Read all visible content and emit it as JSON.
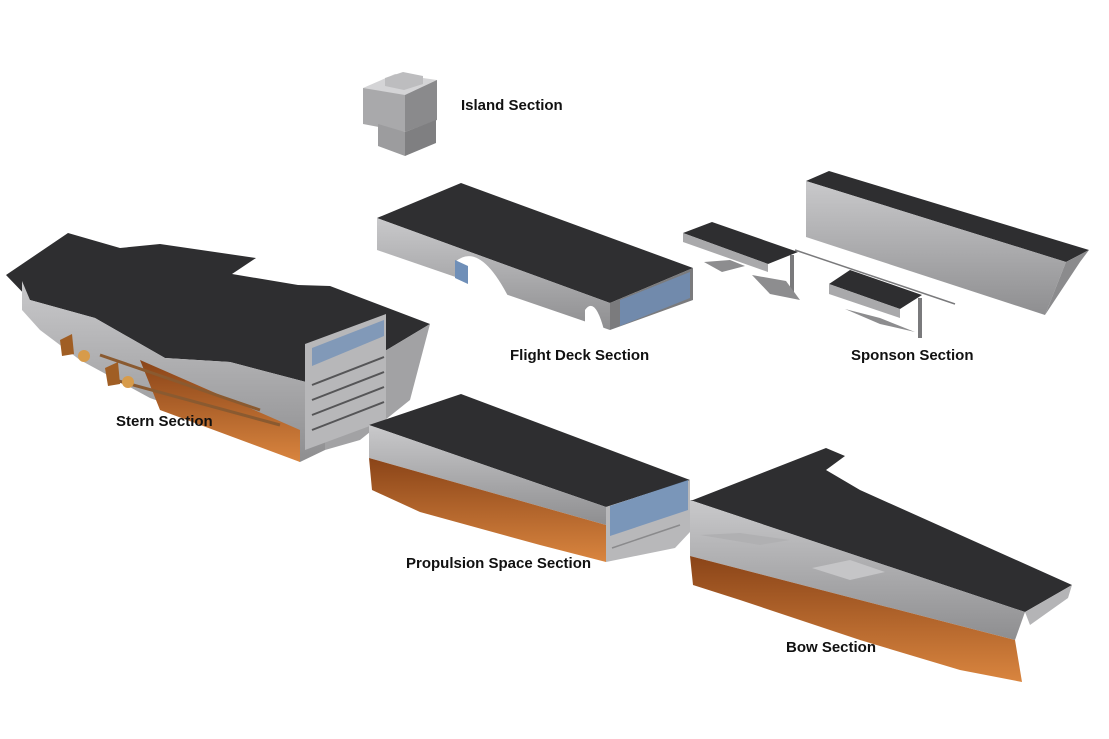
{
  "labels": {
    "island": "Island Section",
    "flight_deck": "Flight Deck Section",
    "sponson": "Sponson Section",
    "stern": "Stern Section",
    "propulsion": "Propulsion Space Section",
    "bow": "Bow Section"
  },
  "colors": {
    "deck": "#2e2e30",
    "hull_side": "#9a9a9c",
    "hull_light": "#c4c4c6",
    "underwater_hull": "#b0622a",
    "bulkhead_blue": "#6f8fb8"
  }
}
